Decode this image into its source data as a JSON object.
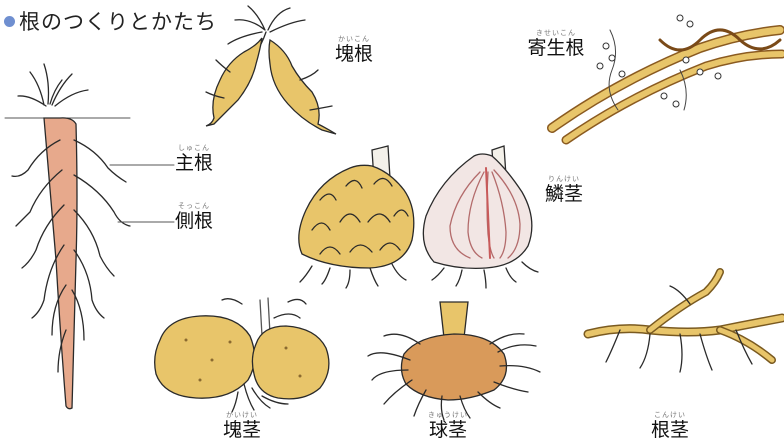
{
  "title": "根のつくりとかたち",
  "labels": {
    "kaikon": {
      "text": "塊根",
      "ruby": "かいこん"
    },
    "kiseikon": {
      "text": "寄生根",
      "ruby": "きせいこん"
    },
    "shukon": {
      "text": "主根",
      "ruby": "しゅこん"
    },
    "sokkon": {
      "text": "側根",
      "ruby": "そっこん"
    },
    "rinkei": {
      "text": "鱗茎",
      "ruby": "りんけい"
    },
    "kaikei": {
      "text": "塊茎",
      "ruby": "かいけい"
    },
    "kyukei": {
      "text": "球茎",
      "ruby": "きゅうけい"
    },
    "konkei": {
      "text": "根茎",
      "ruby": "こんけい"
    }
  },
  "colors": {
    "accent_dot": "#6f8fd0",
    "tuber_fill": "#e8c56a",
    "taproot_fill": "#e7a98c",
    "corm_fill": "#d99a5a",
    "scale_fill": "#f2e6e4",
    "outline": "#2a2a2a"
  }
}
